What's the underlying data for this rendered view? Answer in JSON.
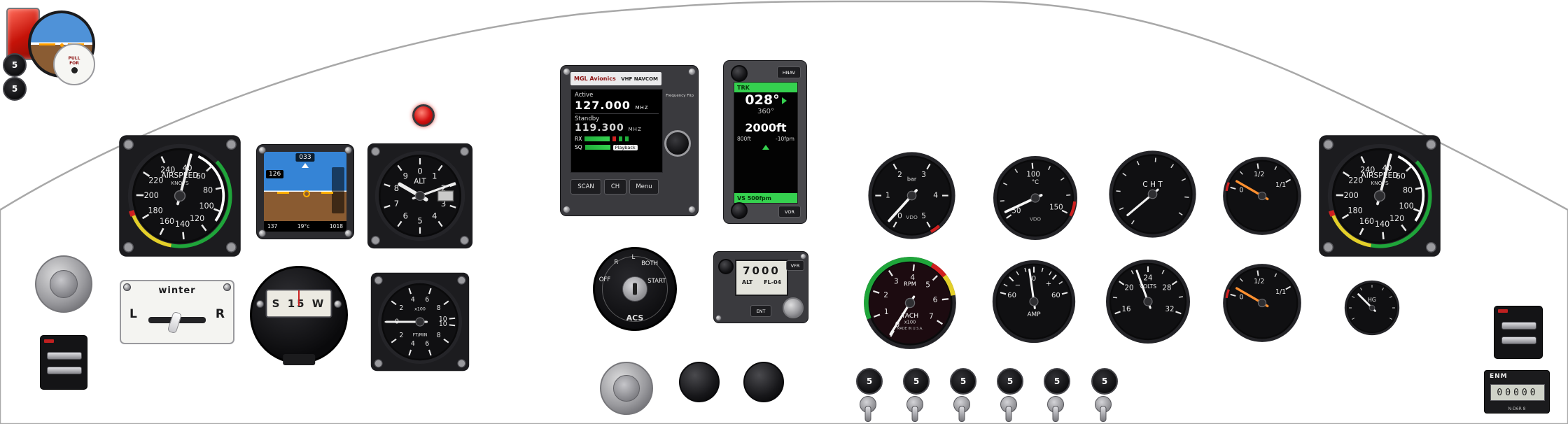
{
  "panel": {
    "outline_color": "#a8a8a8",
    "background": "#ffffff"
  },
  "top_left": {
    "breakers": [
      "5",
      "5"
    ],
    "placard": {
      "line1": "PULL",
      "line2": "FOR"
    }
  },
  "efis": {
    "heading": "033",
    "ias": "126",
    "tas": "137",
    "oat": "19°c",
    "baro": "1018"
  },
  "navcom": {
    "brand": "MGL Avionics",
    "title": "VHF NAVCOM",
    "active_label": "Active",
    "active_freq": "127.000",
    "freq_unit": "MHZ",
    "standby_label": "Standby",
    "standby_freq": "119.300",
    "rx": "RX",
    "sq": "SQ",
    "playback": "Playback",
    "freq_flip": "Frequency Flip",
    "buttons": [
      "SCAN",
      "CH",
      "Menu"
    ]
  },
  "mgl": {
    "top_button": "HNAV",
    "bottom_button": "VOR",
    "top_bar": "TRK",
    "heading": "028°",
    "course": "360°",
    "altitude": "2000ft",
    "alt_minor": "800ft",
    "vs_minor": "-10fpm",
    "vs_bar": "VS 500fpm"
  },
  "ignition": {
    "positions": [
      "OFF",
      "R",
      "L",
      "BOTH",
      "START"
    ],
    "brand": "ACS"
  },
  "xpdr": {
    "code": "7000",
    "mode": "ALT",
    "fl": "FL-04",
    "vfr": "VFR",
    "ent": "ENT"
  },
  "winter": {
    "brand": "winter",
    "left": "L",
    "right": "R"
  },
  "compass": {
    "card": "S 15 W"
  },
  "breaker_row": [
    "5",
    "5",
    "5",
    "5",
    "5",
    "5"
  ],
  "enm": {
    "brand": "ENM",
    "digits": "00000",
    "model": "N-D6R 8"
  },
  "gauges": {
    "asi": {
      "plate": true,
      "ts": 0.15,
      "ticks": [
        [
          "40",
          15
        ],
        [
          "60",
          47
        ],
        [
          "80",
          79
        ],
        [
          "100",
          111
        ],
        [
          "120",
          143
        ],
        [
          "140",
          175
        ],
        [
          "160",
          207
        ],
        [
          "180",
          239
        ],
        [
          "200",
          271
        ],
        [
          "220",
          303
        ],
        [
          "240",
          335
        ]
      ],
      "arcs": [
        [
          47,
          190,
          "#1fa53a",
          0.97,
          0.07
        ],
        [
          190,
          247,
          "#e3cf2a",
          0.97,
          0.07
        ],
        [
          247,
          253,
          "#d02020",
          0.98,
          0.1
        ],
        [
          25,
          125,
          "#ffffff",
          0.84,
          0.05
        ]
      ],
      "texts": [
        [
          "AIRSPEED",
          -0.4,
          0.145,
          "#f0f0f0"
        ],
        [
          "KNOTS",
          -0.25,
          0.1,
          "#cfcfcf"
        ]
      ],
      "needles": [
        [
          15,
          0.82,
          "#eeeeee",
          0.05
        ]
      ]
    },
    "altimeter": {
      "plate": true,
      "ts": 0.18,
      "ticks": [
        [
          "0",
          0
        ],
        [
          "1",
          36
        ],
        [
          "2",
          72
        ],
        [
          "3",
          108
        ],
        [
          "4",
          144
        ],
        [
          "5",
          180
        ],
        [
          "6",
          216
        ],
        [
          "7",
          252
        ],
        [
          "8",
          288
        ],
        [
          "9",
          324
        ]
      ],
      "texts": [
        [
          "ALT",
          -0.32,
          0.16,
          "#f0f0f0"
        ]
      ],
      "window": [
        0.4,
        -0.11,
        0.34,
        0.22
      ],
      "needles": [
        [
          300,
          0.52,
          "#eeeeee",
          0.085
        ],
        [
          70,
          0.82,
          "#eeeeee",
          0.05
        ]
      ]
    },
    "vsi": {
      "plate": true,
      "ts": 0.155,
      "ticks": [
        [
          "0",
          270
        ],
        [
          "2",
          306
        ],
        [
          "4",
          342
        ],
        [
          "6",
          18
        ],
        [
          "8",
          54
        ],
        [
          "10",
          84
        ],
        [
          "10",
          96
        ],
        [
          "8",
          126
        ],
        [
          "6",
          162
        ],
        [
          "4",
          198
        ],
        [
          "2",
          234
        ]
      ],
      "texts": [
        [
          "x100",
          -0.3,
          0.105,
          "#e8e8e8"
        ],
        [
          "FT/MIN",
          0.32,
          0.1,
          "#e8e8e8"
        ]
      ],
      "needles": [
        [
          270,
          0.8,
          "#eeeeee",
          0.05
        ]
      ]
    },
    "oil_pressure": {
      "ticks": [
        [
          "0",
          210
        ],
        [
          "1",
          270
        ],
        [
          "2",
          330
        ],
        [
          "3",
          30
        ],
        [
          "4",
          90
        ],
        [
          "5",
          150
        ]
      ],
      "arcs": [
        [
          138,
          152,
          "#d02020",
          0.94,
          0.07
        ]
      ],
      "texts": [
        [
          "bar",
          -0.38,
          0.13,
          "#e8e8e8"
        ],
        [
          "VDO",
          0.5,
          0.12,
          "#b8b8b8"
        ]
      ],
      "needles": [
        [
          222,
          0.78,
          "#f5f5f5",
          0.06
        ]
      ]
    },
    "oil_temp": {
      "ticks": [
        [
          "50",
          235
        ],
        [
          "100",
          355
        ],
        [
          "150",
          115
        ]
      ],
      "marks": [
        265,
        295,
        325,
        25,
        55,
        85
      ],
      "arcs": [
        [
          95,
          117,
          "#d02020",
          0.94,
          0.07
        ]
      ],
      "texts": [
        [
          "°C",
          -0.38,
          0.14,
          "#e8e8e8"
        ],
        [
          "VDO",
          0.5,
          0.12,
          "#b8b8b8"
        ]
      ],
      "needles": [
        [
          245,
          0.78,
          "#f5f5f5",
          0.06
        ]
      ]
    },
    "cht": {
      "marks": [
        215,
        245,
        275,
        305,
        335,
        5,
        35,
        65,
        95,
        125
      ],
      "texts": [
        [
          "C H T",
          -0.22,
          0.17,
          "#f0f0f0"
        ]
      ],
      "needles": [
        [
          230,
          0.75,
          "#f0f0f0",
          0.05
        ]
      ]
    },
    "fuel": {
      "ticks": [
        [
          "0",
          285
        ],
        [
          "1/2",
          352
        ],
        [
          "1/1",
          60
        ]
      ],
      "marks": [
        318,
        26
      ],
      "arcs": [
        [
          278,
          292,
          "#d02020",
          0.92,
          0.06
        ]
      ],
      "needles": [
        [
          300,
          0.75,
          "#ff9030",
          0.06
        ]
      ]
    },
    "tach": {
      "face": "#1c0b10",
      "ts": 0.16,
      "ticks": [
        [
          "0",
          210
        ],
        [
          "1",
          249
        ],
        [
          "2",
          288
        ],
        [
          "3",
          327
        ],
        [
          "4",
          6
        ],
        [
          "5",
          45
        ],
        [
          "6",
          84
        ],
        [
          "7",
          123
        ]
      ],
      "arcs": [
        [
          249,
          30,
          "#1fa53a",
          0.95,
          0.1
        ],
        [
          30,
          52,
          "#d02020",
          0.95,
          0.1
        ],
        [
          52,
          80,
          "#e3cf2a",
          0.95,
          0.1
        ]
      ],
      "texts": [
        [
          "RPM",
          -0.42,
          0.125,
          "#ffffff"
        ],
        [
          "TACH",
          0.28,
          0.14,
          "#ffffff"
        ],
        [
          "x100",
          0.42,
          0.1,
          "#dddddd"
        ],
        [
          "MADE IN U.S.A.",
          0.56,
          0.075,
          "#bbbbbb"
        ]
      ],
      "needles": [
        [
          212,
          0.8,
          "#f5f5f5",
          0.05
        ]
      ]
    },
    "amp": {
      "ticks": [
        [
          "60",
          285
        ],
        [
          "0",
          0
        ],
        [
          "60",
          75
        ],
        [
          "−",
          315
        ],
        [
          "+",
          40
        ]
      ],
      "marks": [
        300,
        330,
        345,
        15,
        30,
        55
      ],
      "texts": [
        [
          "AMP",
          0.32,
          0.15,
          "#e8e8e8"
        ]
      ],
      "needles": [
        [
          352,
          0.78,
          "#f5f5f5",
          0.05
        ]
      ]
    },
    "volts": {
      "ticks": [
        [
          "16",
          250
        ],
        [
          "20",
          305
        ],
        [
          "24",
          0
        ],
        [
          "28",
          55
        ],
        [
          "32",
          110
        ]
      ],
      "marks": [
        277,
        332,
        27,
        82
      ],
      "texts": [
        [
          "VOLTS",
          -0.36,
          0.13,
          "#e8e8e8"
        ]
      ],
      "needles": [
        [
          340,
          0.78,
          "#f5f5f5",
          0.05
        ]
      ]
    },
    "vacuum": {
      "marks": [
        240,
        270,
        300,
        330,
        0,
        30,
        60,
        90,
        120
      ],
      "texts": [
        [
          "HG",
          -0.3,
          0.2,
          "#e8e8e8"
        ]
      ],
      "needles": [
        [
          315,
          0.7,
          "#f5f5f5",
          0.07
        ]
      ]
    }
  }
}
